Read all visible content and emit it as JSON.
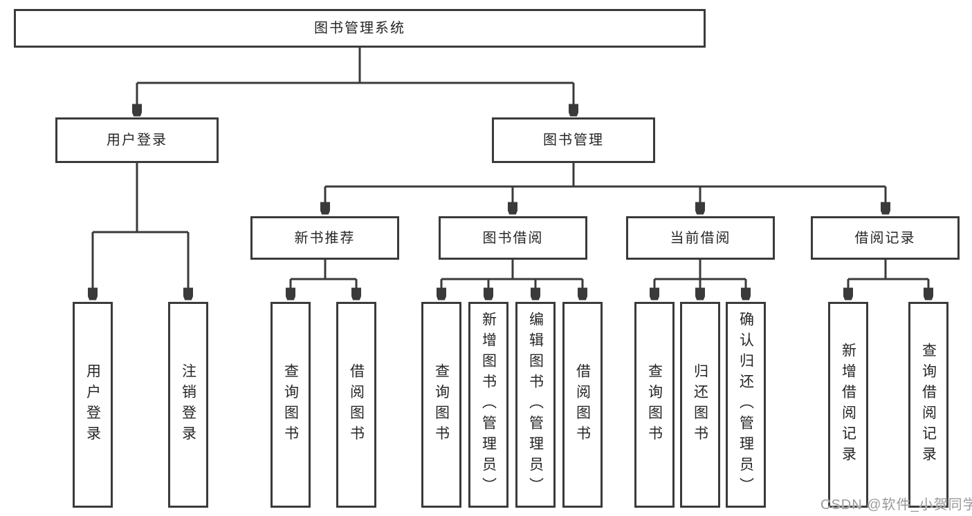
{
  "tree": {
    "root": "图书管理系统",
    "l2": [
      "用户登录",
      "图书管理"
    ],
    "l3": [
      "新书推荐",
      "图书借阅",
      "当前借阅",
      "借阅记录"
    ],
    "g1": [
      "用户登录",
      "注销登录"
    ],
    "g2": [
      "查询图书",
      "借阅图书"
    ],
    "g3": [
      "查询图书",
      "新增图书（管理员）",
      "编辑图书（管理员）",
      "借阅图书"
    ],
    "g4": [
      "查询图书",
      "归还图书",
      "确认归还（管理员）"
    ],
    "g5": [
      "新增借阅记录",
      "查询借阅记录"
    ]
  },
  "colors": {
    "line": "#3a3a3a",
    "text": "#262626",
    "background": "#ffffff",
    "watermark": "#9a9a9a"
  },
  "watermark": "CSDN @软件_小贺同学"
}
